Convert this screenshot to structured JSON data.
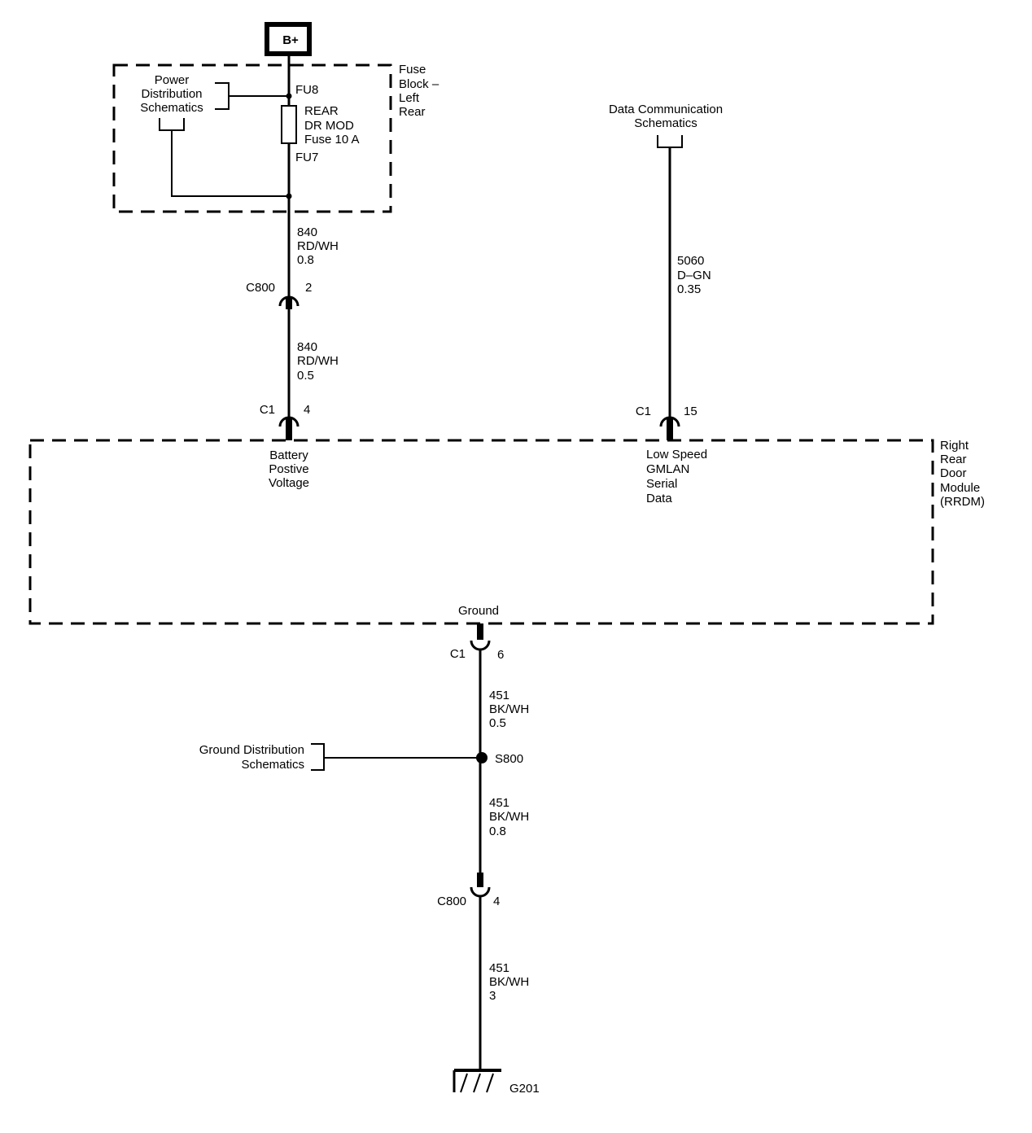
{
  "colors": {
    "line": "#000000",
    "background": "#ffffff"
  },
  "power_source": {
    "label": "B+"
  },
  "fuse_block": {
    "name_lines": [
      "Fuse",
      "Block –",
      "Left",
      "Rear"
    ],
    "input_terminal": "FU8",
    "output_terminal": "FU7",
    "fuse_lines": [
      "REAR",
      "DR MOD",
      "Fuse 10 A"
    ],
    "power_distribution_ref": [
      "Power",
      "Distribution",
      "Schematics"
    ]
  },
  "data_comm_ref": {
    "lines": [
      "Data Communication",
      "Schematics"
    ]
  },
  "wires": {
    "battery_upper": [
      "840",
      "RD/WH",
      "0.8"
    ],
    "battery_lower": [
      "840",
      "RD/WH",
      "0.5"
    ],
    "gmlan": [
      "5060",
      "D–GN",
      "0.35"
    ],
    "ground_1": [
      "451",
      "BK/WH",
      "0.5"
    ],
    "ground_2": [
      "451",
      "BK/WH",
      "0.8"
    ],
    "ground_3": [
      "451",
      "BK/WH",
      "3"
    ]
  },
  "connectors": {
    "c800_battery": {
      "name": "C800",
      "pin": "2"
    },
    "c1_battery": {
      "name": "C1",
      "pin": "4"
    },
    "c1_gmlan": {
      "name": "C1",
      "pin": "15"
    },
    "c1_ground": {
      "name": "C1",
      "pin": "6"
    },
    "c800_ground": {
      "name": "C800",
      "pin": "4"
    }
  },
  "module": {
    "name_lines": [
      "Right",
      "Rear",
      "Door",
      "Module",
      "(RRDM)"
    ],
    "battery_pin": [
      "Battery",
      "Postive",
      "Voltage"
    ],
    "gmlan_pin": [
      "Low Speed",
      "GMLAN",
      "Serial",
      "Data"
    ],
    "ground_pin": "Ground"
  },
  "splice": {
    "name": "S800",
    "ref": [
      "Ground Distribution",
      "Schematics"
    ]
  },
  "ground_point": {
    "name": "G201"
  }
}
